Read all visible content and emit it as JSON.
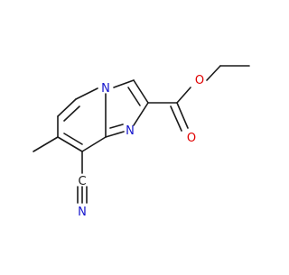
{
  "atoms": {
    "ring_nitrogen": {
      "label": "N",
      "color": "#1414cc"
    },
    "imine_nitrogen": {
      "label": "N",
      "color": "#1414cc"
    },
    "nitrile_carbon": {
      "label": "C",
      "color": "#1a1a1a"
    },
    "nitrile_nitrogen": {
      "label": "N",
      "color": "#1414cc"
    },
    "carbonyl_oxygen": {
      "label": "O",
      "color": "#e00000"
    },
    "ester_oxygen": {
      "label": "O",
      "color": "#e00000"
    }
  },
  "colors": {
    "bond": "#1a1a1a",
    "nitrogen": "#1414cc",
    "oxygen": "#e00000",
    "background": "#ffffff"
  }
}
